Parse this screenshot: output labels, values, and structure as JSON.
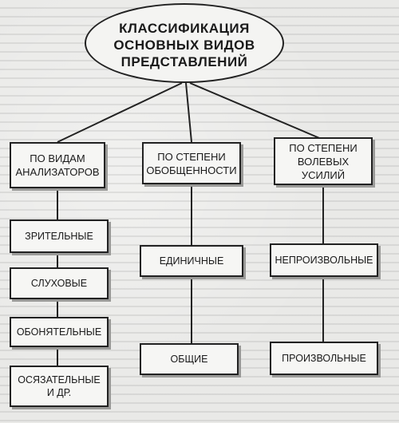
{
  "title": "КЛАССИФИКАЦИЯ ОСНОВНЫХ ВИДОВ ПРЕДСТАВЛЕНИЙ",
  "title_lines": [
    "КЛАССИФИКАЦИЯ",
    "ОСНОВНЫХ ВИДОВ",
    "ПРЕДСТАВЛЕНИЙ"
  ],
  "categories": [
    {
      "label_lines": [
        "ПО ВИДАМ",
        "АНАЛИЗАТОРОВ"
      ],
      "items": [
        {
          "lines": [
            "ЗРИТЕЛЬНЫЕ"
          ]
        },
        {
          "lines": [
            "СЛУХОВЫЕ"
          ]
        },
        {
          "lines": [
            "ОБОНЯТЕЛЬНЫЕ"
          ]
        },
        {
          "lines": [
            "ОСЯЗАТЕЛЬНЫЕ",
            "И ДР."
          ]
        }
      ]
    },
    {
      "label_lines": [
        "ПО СТЕПЕНИ",
        "ОБОБЩЕННОСТИ"
      ],
      "items": [
        {
          "lines": [
            "ЕДИНИЧНЫЕ"
          ]
        },
        {
          "lines": [
            "ОБЩИЕ"
          ]
        }
      ]
    },
    {
      "label_lines": [
        "ПО СТЕПЕНИ",
        "ВОЛЕВЫХ",
        "УСИЛИЙ"
      ],
      "items": [
        {
          "lines": [
            "НЕПРОИЗВОЛЬНЫЕ"
          ]
        },
        {
          "lines": [
            "ПРОИЗВОЛЬНЫЕ"
          ]
        }
      ]
    }
  ]
}
